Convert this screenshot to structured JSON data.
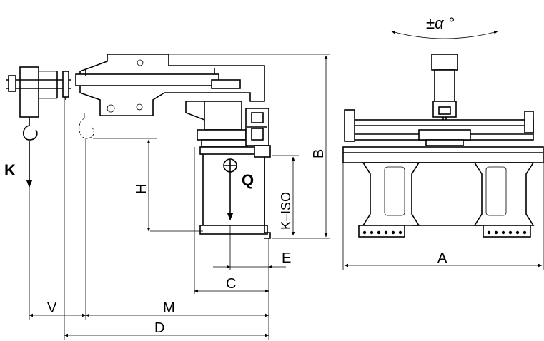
{
  "labels": {
    "alpha": "±α °",
    "K": "K",
    "Q": "Q",
    "H": "H",
    "B": "B",
    "K_ISO": "K–ISO",
    "E": "E",
    "C": "C",
    "V": "V",
    "M": "M",
    "D": "D",
    "A": "A"
  },
  "colors": {
    "line": "#000000",
    "background": "#ffffff"
  }
}
